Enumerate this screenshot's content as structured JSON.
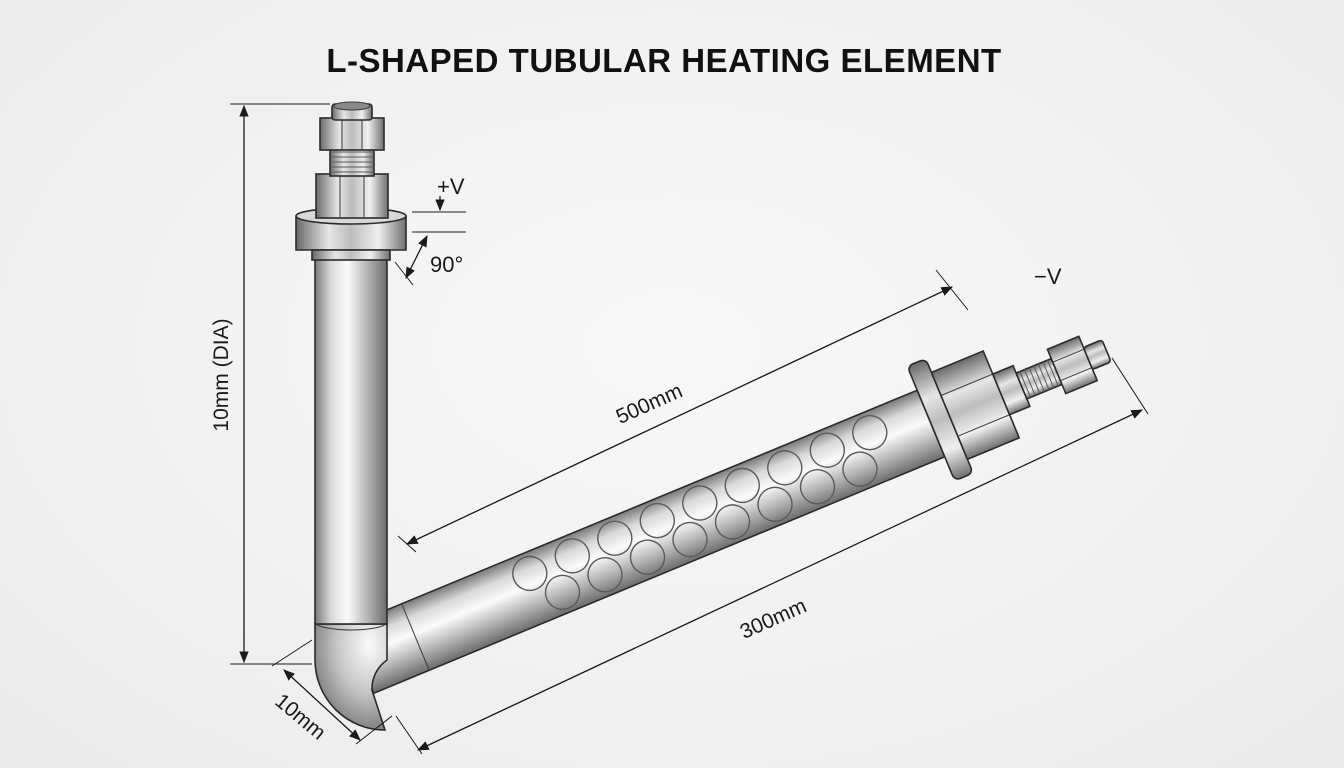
{
  "diagram": {
    "title": "L-SHAPED TUBULAR HEATING ELEMENT",
    "labels": {
      "positive_terminal": "+V",
      "negative_terminal": "−V",
      "angle": "90°",
      "vertical_length": "10mm (DIA)",
      "bend_width": "10mm",
      "upper_length": "500mm",
      "lower_length": "300mm"
    },
    "colors": {
      "metal_light": "#f4f4f4",
      "metal_mid": "#b9b9b9",
      "metal_dark": "#6f6f6f",
      "line": "#1a1a1a"
    }
  }
}
